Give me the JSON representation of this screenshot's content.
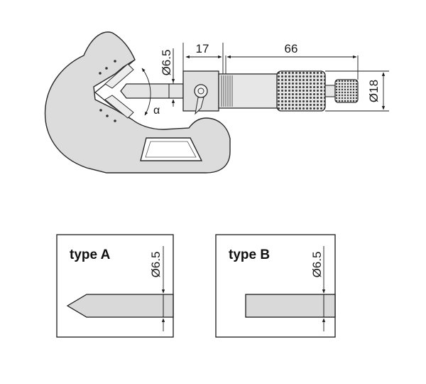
{
  "main_view": {
    "dim_overall_length": "66",
    "dim_anvil_offset": "17",
    "dim_spindle_diameter": "Ø6.5",
    "dim_thimble_diameter": "Ø18",
    "angle_label": "α"
  },
  "panels": [
    {
      "title": "type A",
      "dim_diameter": "Ø6.5"
    },
    {
      "title": "type B",
      "dim_diameter": "Ø6.5"
    }
  ],
  "colors": {
    "body_fill": "#d9d9d9",
    "line": "#1a1a1a"
  }
}
